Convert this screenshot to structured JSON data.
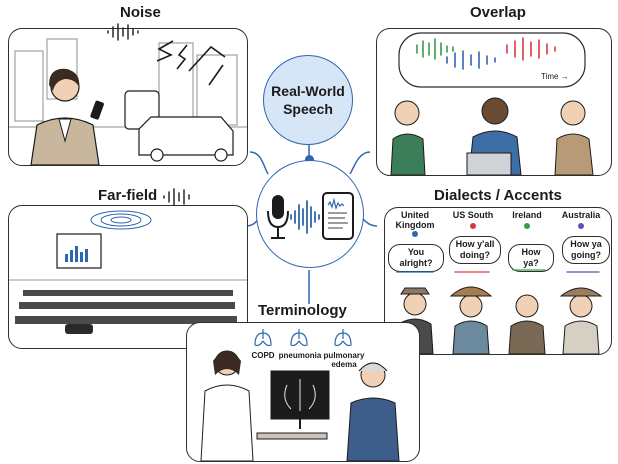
{
  "center": {
    "title_line1": "Real-World",
    "title_line2": "Speech"
  },
  "panels": {
    "noise": {
      "title": "Noise"
    },
    "overlap": {
      "title": "Overlap",
      "time_label": "Time →"
    },
    "farfield": {
      "title": "Far-field"
    },
    "dialects": {
      "title": "Dialects / Accents",
      "regions": [
        {
          "name_line1": "United",
          "name_line2": "Kingdom",
          "phrase_line1": "You alright?",
          "phrase_line2": ""
        },
        {
          "name_line1": "US South",
          "name_line2": "",
          "phrase_line1": "How y'all",
          "phrase_line2": "doing?"
        },
        {
          "name_line1": "Ireland",
          "name_line2": "",
          "phrase_line1": "How ya?",
          "phrase_line2": ""
        },
        {
          "name_line1": "Australia",
          "name_line2": "",
          "phrase_line1": "How ya",
          "phrase_line2": "going?"
        }
      ]
    },
    "terminology": {
      "title": "Terminology",
      "terms": [
        {
          "line1": "COPD",
          "line2": ""
        },
        {
          "line1": "pneumonia",
          "line2": ""
        },
        {
          "line1": "pulmonary",
          "line2": "edema"
        }
      ]
    }
  },
  "colors": {
    "accent": "#2f66b1",
    "wave_green": "#3a9a4a",
    "wave_blue": "#2f66b1",
    "wave_red": "#d93a3a",
    "wave_purple": "#6a4bb0",
    "ink": "#2e2e2e"
  },
  "icons": [
    "microphone-icon",
    "waveform-icon",
    "tablet-icon",
    "lung-icon"
  ]
}
